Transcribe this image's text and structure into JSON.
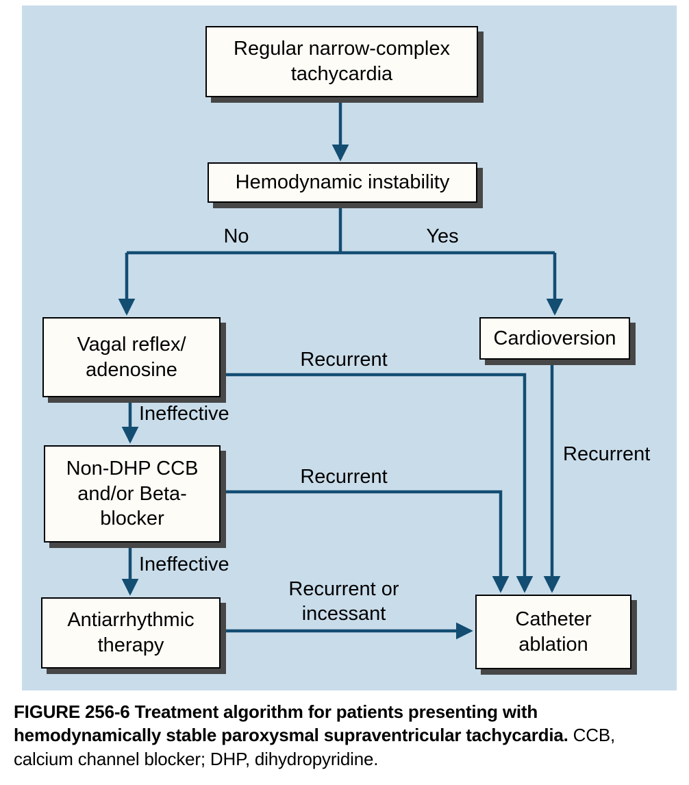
{
  "figure": {
    "caption_bold": "FIGURE 256-6  Treatment algorithm for patients presenting with hemodynamically stable paroxysmal supraventricular tachycardia.",
    "caption_regular": " CCB, calcium channel blocker; DHP, dihydropyridine."
  },
  "flowchart": {
    "nodes": {
      "start": {
        "label": "Regular narrow-complex\ntachycardia"
      },
      "hemodynamic": {
        "label": "Hemodynamic instability"
      },
      "vagal": {
        "label": "Vagal reflex/\nadenosine"
      },
      "cardioversion": {
        "label": "Cardioversion"
      },
      "ccb": {
        "label": "Non-DHP CCB\nand/or Beta-\nblocker"
      },
      "antiarrhythmic": {
        "label": "Antiarrhythmic\ntherapy"
      },
      "ablation": {
        "label": "Catheter\nablation"
      }
    },
    "edge_labels": {
      "no": "No",
      "yes": "Yes",
      "recurrent_vagal": "Recurrent",
      "ineffective_1": "Ineffective",
      "recurrent_ccb": "Recurrent",
      "ineffective_2": "Ineffective",
      "recurrent_or_incessant": "Recurrent or\nincessant",
      "recurrent_cardioversion": "Recurrent"
    },
    "colors": {
      "panel_background": "#c9dcea",
      "connector": "#134d72",
      "node_fill": "#fdfcf6",
      "node_border": "#000000",
      "node_shadow": "#474747"
    }
  }
}
